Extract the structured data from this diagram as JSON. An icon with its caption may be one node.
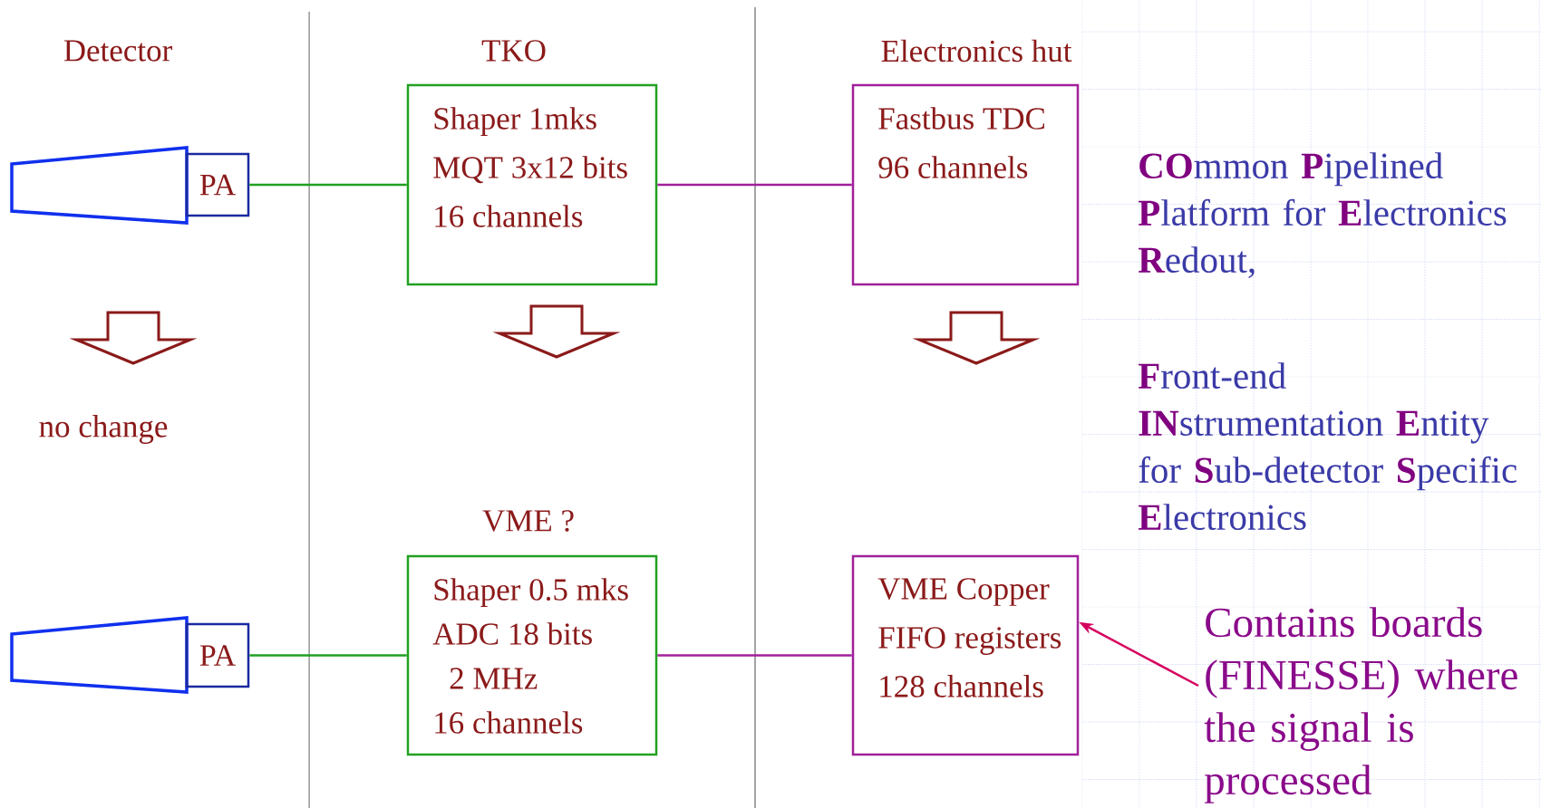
{
  "diagram": {
    "nodes": [
      {
        "text": [],
        "shape": "trapezoid"
      },
      {
        "text": [
          "PA"
        ]
      },
      {
        "text": [
          "Shaper 1mks",
          "MQT 3x12 bits",
          "16 channels"
        ]
      },
      {
        "text": [
          "Fastbus TDC",
          "96 channels"
        ]
      },
      {
        "text": [],
        "shape": "trapezoid"
      },
      {
        "text": [
          "PA"
        ]
      },
      {
        "text": [
          "Shaper 0.5 mks",
          "ADC 18 bits",
          "2 MHz",
          "16 channels"
        ]
      },
      {
        "text": [
          "VME Copper",
          "FIFO registers",
          "128 channels"
        ]
      },
      {
        "text": [
          "Contains boards (FINESSE) where the signal is processed"
        ]
      }
    ],
    "edges": [
      {
        "from": 1,
        "to": 2,
        "arrow": "none",
        "color": "#22a022"
      },
      {
        "from": 2,
        "to": 3,
        "arrow": "none",
        "color": "#a0209a"
      },
      {
        "from": 5,
        "to": 6,
        "arrow": "none",
        "color": "#22a022"
      },
      {
        "from": 6,
        "to": 7,
        "arrow": "none",
        "color": "#a0209a"
      },
      {
        "from": 8,
        "to": 7,
        "arrow": "to",
        "color": "#d6005f"
      }
    ],
    "labels": [
      "Detector",
      "TKO",
      "Electronics hut",
      "no change",
      "VME ?",
      "**CO**mmon **P**ipelined **P**latform for **E**lectronics **R**edout,",
      "**F**ront-end **IN**strumentation **E**ntity for **S**ub-detector **S**pecific **E**lectronics"
    ]
  }
}
